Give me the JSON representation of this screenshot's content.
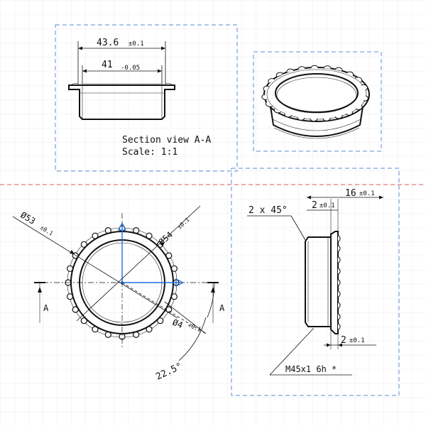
{
  "section_view": {
    "dim_outer": "43.6",
    "dim_outer_tol": "±0.1",
    "dim_inner": "41",
    "dim_inner_tol": "-0.05",
    "caption": "Section view A-A",
    "scale_label": "Scale:  1:1"
  },
  "front_view": {
    "dia_53": "Ø53",
    "dia_53_tol": "±0.1",
    "dia_54": "Ø54",
    "dia_54_tol": "±0.1",
    "dia_4": "Ø4",
    "dia_4_tol": "+0.1",
    "angle": "22.5°",
    "section_mark_left": "A",
    "section_mark_right": "A"
  },
  "side_view": {
    "dim_16": "16",
    "dim_16_tol": "±0.1",
    "dim_2_top": "2",
    "dim_2_top_tol": "±0.1",
    "dim_2_bottom": "2",
    "dim_2_bottom_tol": "±0.1",
    "chamfer": "2 x 45°",
    "thread": "M45x1 6h *"
  },
  "colors": {
    "frame": "#5b8fd6",
    "axis": "#1f6fe0",
    "break_line": "#e05a5a",
    "grid": "#e4e4e4"
  }
}
